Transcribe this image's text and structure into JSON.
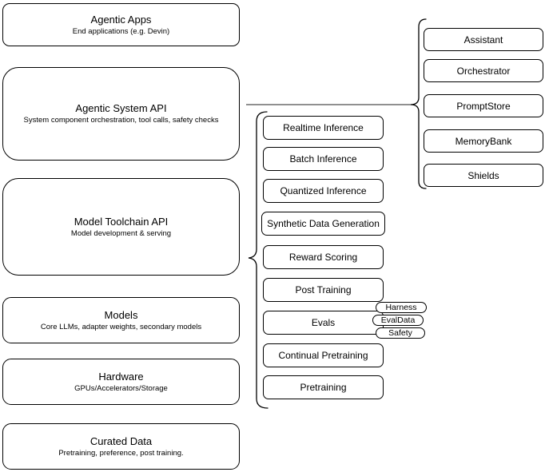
{
  "layers": [
    {
      "title": "Agentic Apps",
      "subtitle": "End applications (e.g. Devin)"
    },
    {
      "title": "Agentic System API",
      "subtitle": "System component orchestration, tool calls, safety checks"
    },
    {
      "title": "Model Toolchain API",
      "subtitle": "Model development & serving"
    },
    {
      "title": "Models",
      "subtitle": "Core LLMs, adapter weights, secondary models"
    },
    {
      "title": "Hardware",
      "subtitle": "GPUs/Accelerators/Storage"
    },
    {
      "title": "Curated Data",
      "subtitle": "Pretraining, preference, post training."
    }
  ],
  "toolchain_services": [
    "Realtime Inference",
    "Batch Inference",
    "Quantized Inference",
    "Synthetic Data Generation",
    "Reward Scoring",
    "Post Training",
    "Evals",
    "Continual Pretraining",
    "Pretraining"
  ],
  "eval_tags": [
    "Harness",
    "EvalData",
    "Safety"
  ],
  "system_components": [
    "Assistant",
    "Orchestrator",
    "PromptStore",
    "MemoryBank",
    "Shields"
  ],
  "colors": {
    "stroke": "#000000",
    "fill": "#ffffff",
    "text": "#000000"
  }
}
